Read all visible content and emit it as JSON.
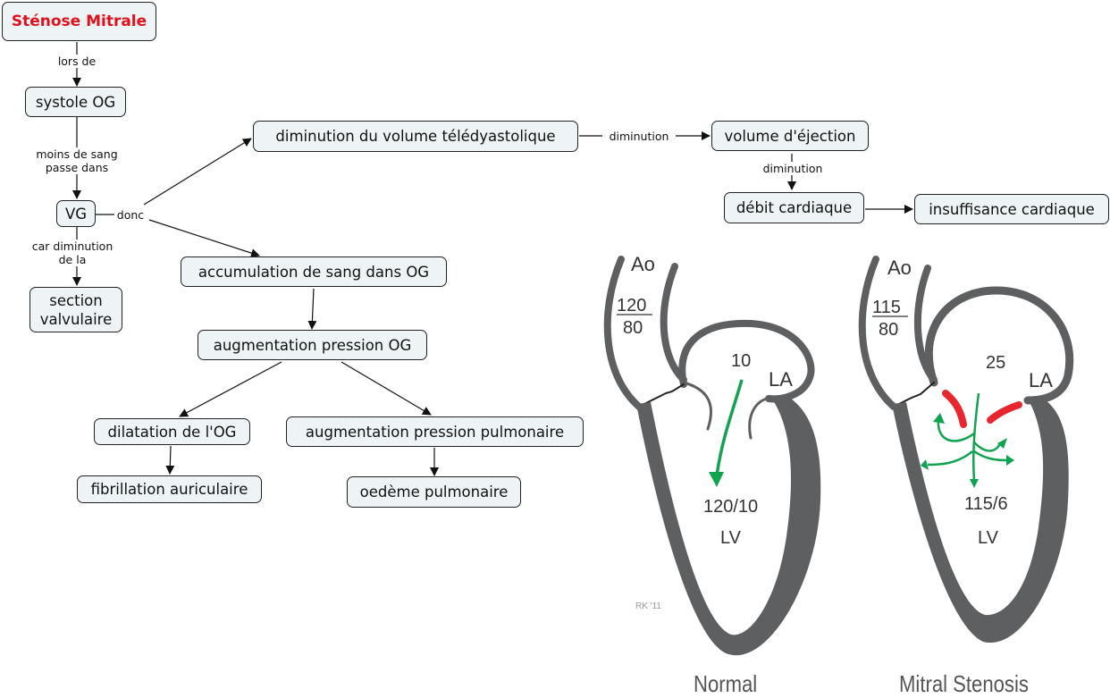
{
  "concept_map": {
    "nodes": {
      "stenose_mitrale": "Sténose Mitrale",
      "systole_og": "systole OG",
      "vg": "VG",
      "section_valvulaire": [
        "section",
        "valvulaire"
      ],
      "diminution_volume": "diminution du volume télédyastolique",
      "volume_ejection": "volume d'éjection",
      "debit_cardiaque": "débit cardiaque",
      "insuffisance_cardiaque": "insuffisance cardiaque",
      "accumulation": "accumulation de sang dans OG",
      "augmentation_pression_og": "augmentation pression OG",
      "dilatation_og": "dilatation de l'OG",
      "augmentation_pression_pulmonaire": "augmentation pression pulmonaire",
      "fibrillation": "fibrillation auriculaire",
      "oedeme": "oedème pulmonaire"
    },
    "links": {
      "lors_de": "lors de",
      "moins_de_sang": [
        "moins de sang",
        "passe dans"
      ],
      "donc": "donc",
      "car_diminution": [
        "car diminution",
        "de la"
      ],
      "diminution_1": "diminution",
      "diminution_2": "diminution"
    },
    "colors": {
      "title": "#e0101c",
      "node_bg": "#eef3f5",
      "border": "#222222"
    }
  },
  "illustration": {
    "normal": {
      "caption": "Normal",
      "ao_label": "Ao",
      "ao_systolic": "120",
      "ao_diastolic": "80",
      "la_pressure": "10",
      "la_label": "LA",
      "lv_pressure": "120/10",
      "lv_label": "LV",
      "signature": "RK '11"
    },
    "stenosis": {
      "caption": "Mitral Stenosis",
      "ao_label": "Ao",
      "ao_systolic": "115",
      "ao_diastolic": "80",
      "la_pressure": "25",
      "la_label": "LA",
      "lv_pressure": "115/6",
      "lv_label": "LV"
    },
    "colors": {
      "wall": "#5e5f61",
      "flow": "#11a34f",
      "stenotic_valve": "#e8262e"
    }
  }
}
